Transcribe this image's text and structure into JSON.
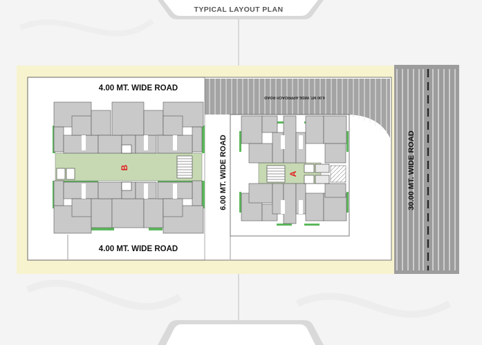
{
  "header": {
    "title": "TYPICAL LAYOUT PLAN"
  },
  "roads": {
    "top": "4.00 MT. WIDE ROAD",
    "bottom": "4.00 MT. WIDE ROAD",
    "middle": "6.00 MT. WIDE ROAD",
    "right": "30.00 MT. WIDE ROAD",
    "approach": "6.00 MT. WIDE APPROACH ROAD"
  },
  "blocks": {
    "left": "B",
    "right": "A"
  },
  "colors": {
    "plot": "#f7f3cf",
    "site": "#ffffff",
    "unit_fill": "#c9c9c9",
    "corridor": "#c6d9b3",
    "balcony": "#5cb85c",
    "road_dark": "#9c9c9c",
    "block_label": "#e02020",
    "header_tab": "#d6d6d6"
  }
}
